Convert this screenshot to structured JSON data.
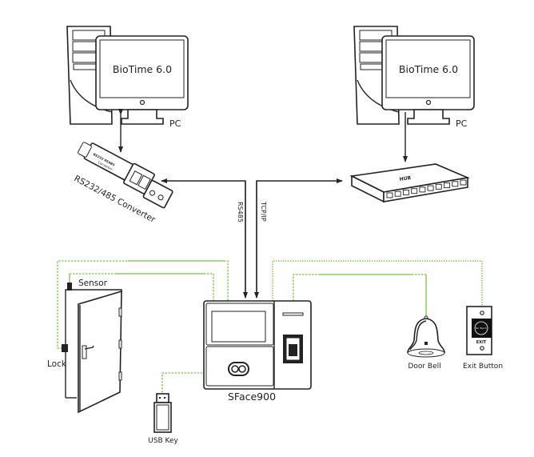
{
  "diagram": {
    "title": "SFace900 Connection Diagram",
    "pc_left": {
      "screen_text": "BioTime 6.0",
      "label": "PC"
    },
    "pc_right": {
      "screen_text": "BioTime 6.0",
      "label": "PC"
    },
    "converter": {
      "label": "RS232/485 Converter"
    },
    "hub": {
      "label": "HUB",
      "ports": 10
    },
    "links": {
      "rs485": "RS485",
      "tcpip": "TCP/IP"
    },
    "device": {
      "label": "SFace900"
    },
    "door": {
      "sensor_label": "Sensor",
      "lock_label": "Lock"
    },
    "usb": {
      "label": "USB Key"
    },
    "bell": {
      "label": "Door Bell"
    },
    "exit": {
      "label": "Exit Button",
      "face_text": "No Touch",
      "exit_text": "EXIT"
    },
    "colors": {
      "line": "#222222",
      "wire": "#7cc242",
      "wire_light": "#a6d47a"
    }
  }
}
